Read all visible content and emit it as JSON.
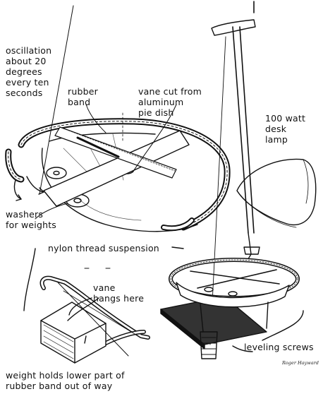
{
  "labels": {
    "oscillation": "oscillation\nabout 20\ndegrees\nevery ten\nseconds",
    "rubber_band": "rubber\nband",
    "vane_cut": "vane cut from\naluminum\npie dish",
    "lamp": "100 watt\ndesk\nlamp",
    "washers": "washers\nfor weights",
    "nylon_thread": "nylon thread suspension",
    "vane_hangs": "vane\nhangs here",
    "leveling": "leveling screws",
    "weight_note": "weight holds lower part of\nrubber band out of way",
    "signature": "Roger Hayward"
  }
}
